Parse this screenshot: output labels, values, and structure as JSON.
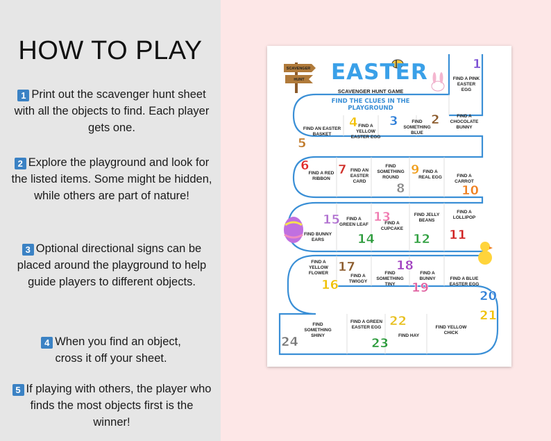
{
  "how_to_play": {
    "title": "HOW TO PLAY",
    "steps": [
      {
        "num": "1",
        "text": "Print out the scavenger hunt sheet with all the objects to find. Each player gets one."
      },
      {
        "num": "2",
        "text": "Explore the playground and look for the listed items. Some might be hidden, while others are part of nature!"
      },
      {
        "num": "3",
        "text": "Optional directional signs can be placed around the playground to help guide players to different objects."
      },
      {
        "num": "4",
        "text": "When you find an object, cross it off your sheet."
      },
      {
        "num": "5",
        "text": "If playing with others, the player who finds the most objects first is the winner!"
      }
    ]
  },
  "sheet": {
    "title": "EASTER",
    "subtitle": "SCAVENGER HUNT GAME",
    "tagline": "FIND THE CLUES IN THE PLAYGROUND",
    "sign_top": "SCAVENGER",
    "sign_bottom": "HUNT",
    "colors": {
      "path": "#3a8fd6",
      "title": "#3aa0e8"
    },
    "cells": [
      {
        "num": "1",
        "label": "FIND A PINK EASTER EGG",
        "color": "#7b4fd4"
      },
      {
        "num": "2",
        "label": "FIND A CHOCOLATE BUNNY",
        "color": "#8b5a2b"
      },
      {
        "num": "3",
        "label": "FIND SOMETHING BLUE",
        "color": "#2f7fd8"
      },
      {
        "num": "4",
        "label": "FIND A YELLOW EASTER EGG",
        "color": "#f2c000"
      },
      {
        "num": "5",
        "label": "FIND AN EASTER BASKET",
        "color": "#c07a2a"
      },
      {
        "num": "6",
        "label": "FIND A RED RIBBON",
        "color": "#e02828"
      },
      {
        "num": "7",
        "label": "FIND AN EASTER CARD",
        "color": "#d0302a"
      },
      {
        "num": "8",
        "label": "FIND SOMETHING ROUND",
        "color": "#888888"
      },
      {
        "num": "9",
        "label": "FIND A REAL EGG",
        "color": "#f0a020"
      },
      {
        "num": "10",
        "label": "FIND A CARROT",
        "color": "#f08020"
      },
      {
        "num": "11",
        "label": "FIND A LOLLIPOP",
        "color": "#d02020"
      },
      {
        "num": "12",
        "label": "FIND JELLY BEANS",
        "color": "#30a040"
      },
      {
        "num": "13",
        "label": "FIND A CUPCAKE",
        "color": "#f07ab0"
      },
      {
        "num": "14",
        "label": "FIND A GREEN LEAF",
        "color": "#2a9a3a"
      },
      {
        "num": "15",
        "label": "FIND BUNNY EARS",
        "color": "#b070d0"
      },
      {
        "num": "16",
        "label": "FIND A YELLOW FLOWER",
        "color": "#f0c000"
      },
      {
        "num": "17",
        "label": "FIND A TWIGGY",
        "color": "#8b5a2b"
      },
      {
        "num": "18",
        "label": "FIND SOMETHING TINY",
        "color": "#a040c0"
      },
      {
        "num": "19",
        "label": "FIND A BUNNY",
        "color": "#e060a0"
      },
      {
        "num": "20",
        "label": "FIND A BLUE EASTER EGG",
        "color": "#2f7fd8"
      },
      {
        "num": "21",
        "label": "FIND YELLOW CHICK",
        "color": "#f0c000"
      },
      {
        "num": "22",
        "label": "FIND HAY",
        "color": "#e8c020"
      },
      {
        "num": "23",
        "label": "FIND A GREEN EASTER EGG",
        "color": "#2a9a3a"
      },
      {
        "num": "24",
        "label": "FIND SOMETHING SHINY",
        "color": "#777777"
      }
    ]
  }
}
